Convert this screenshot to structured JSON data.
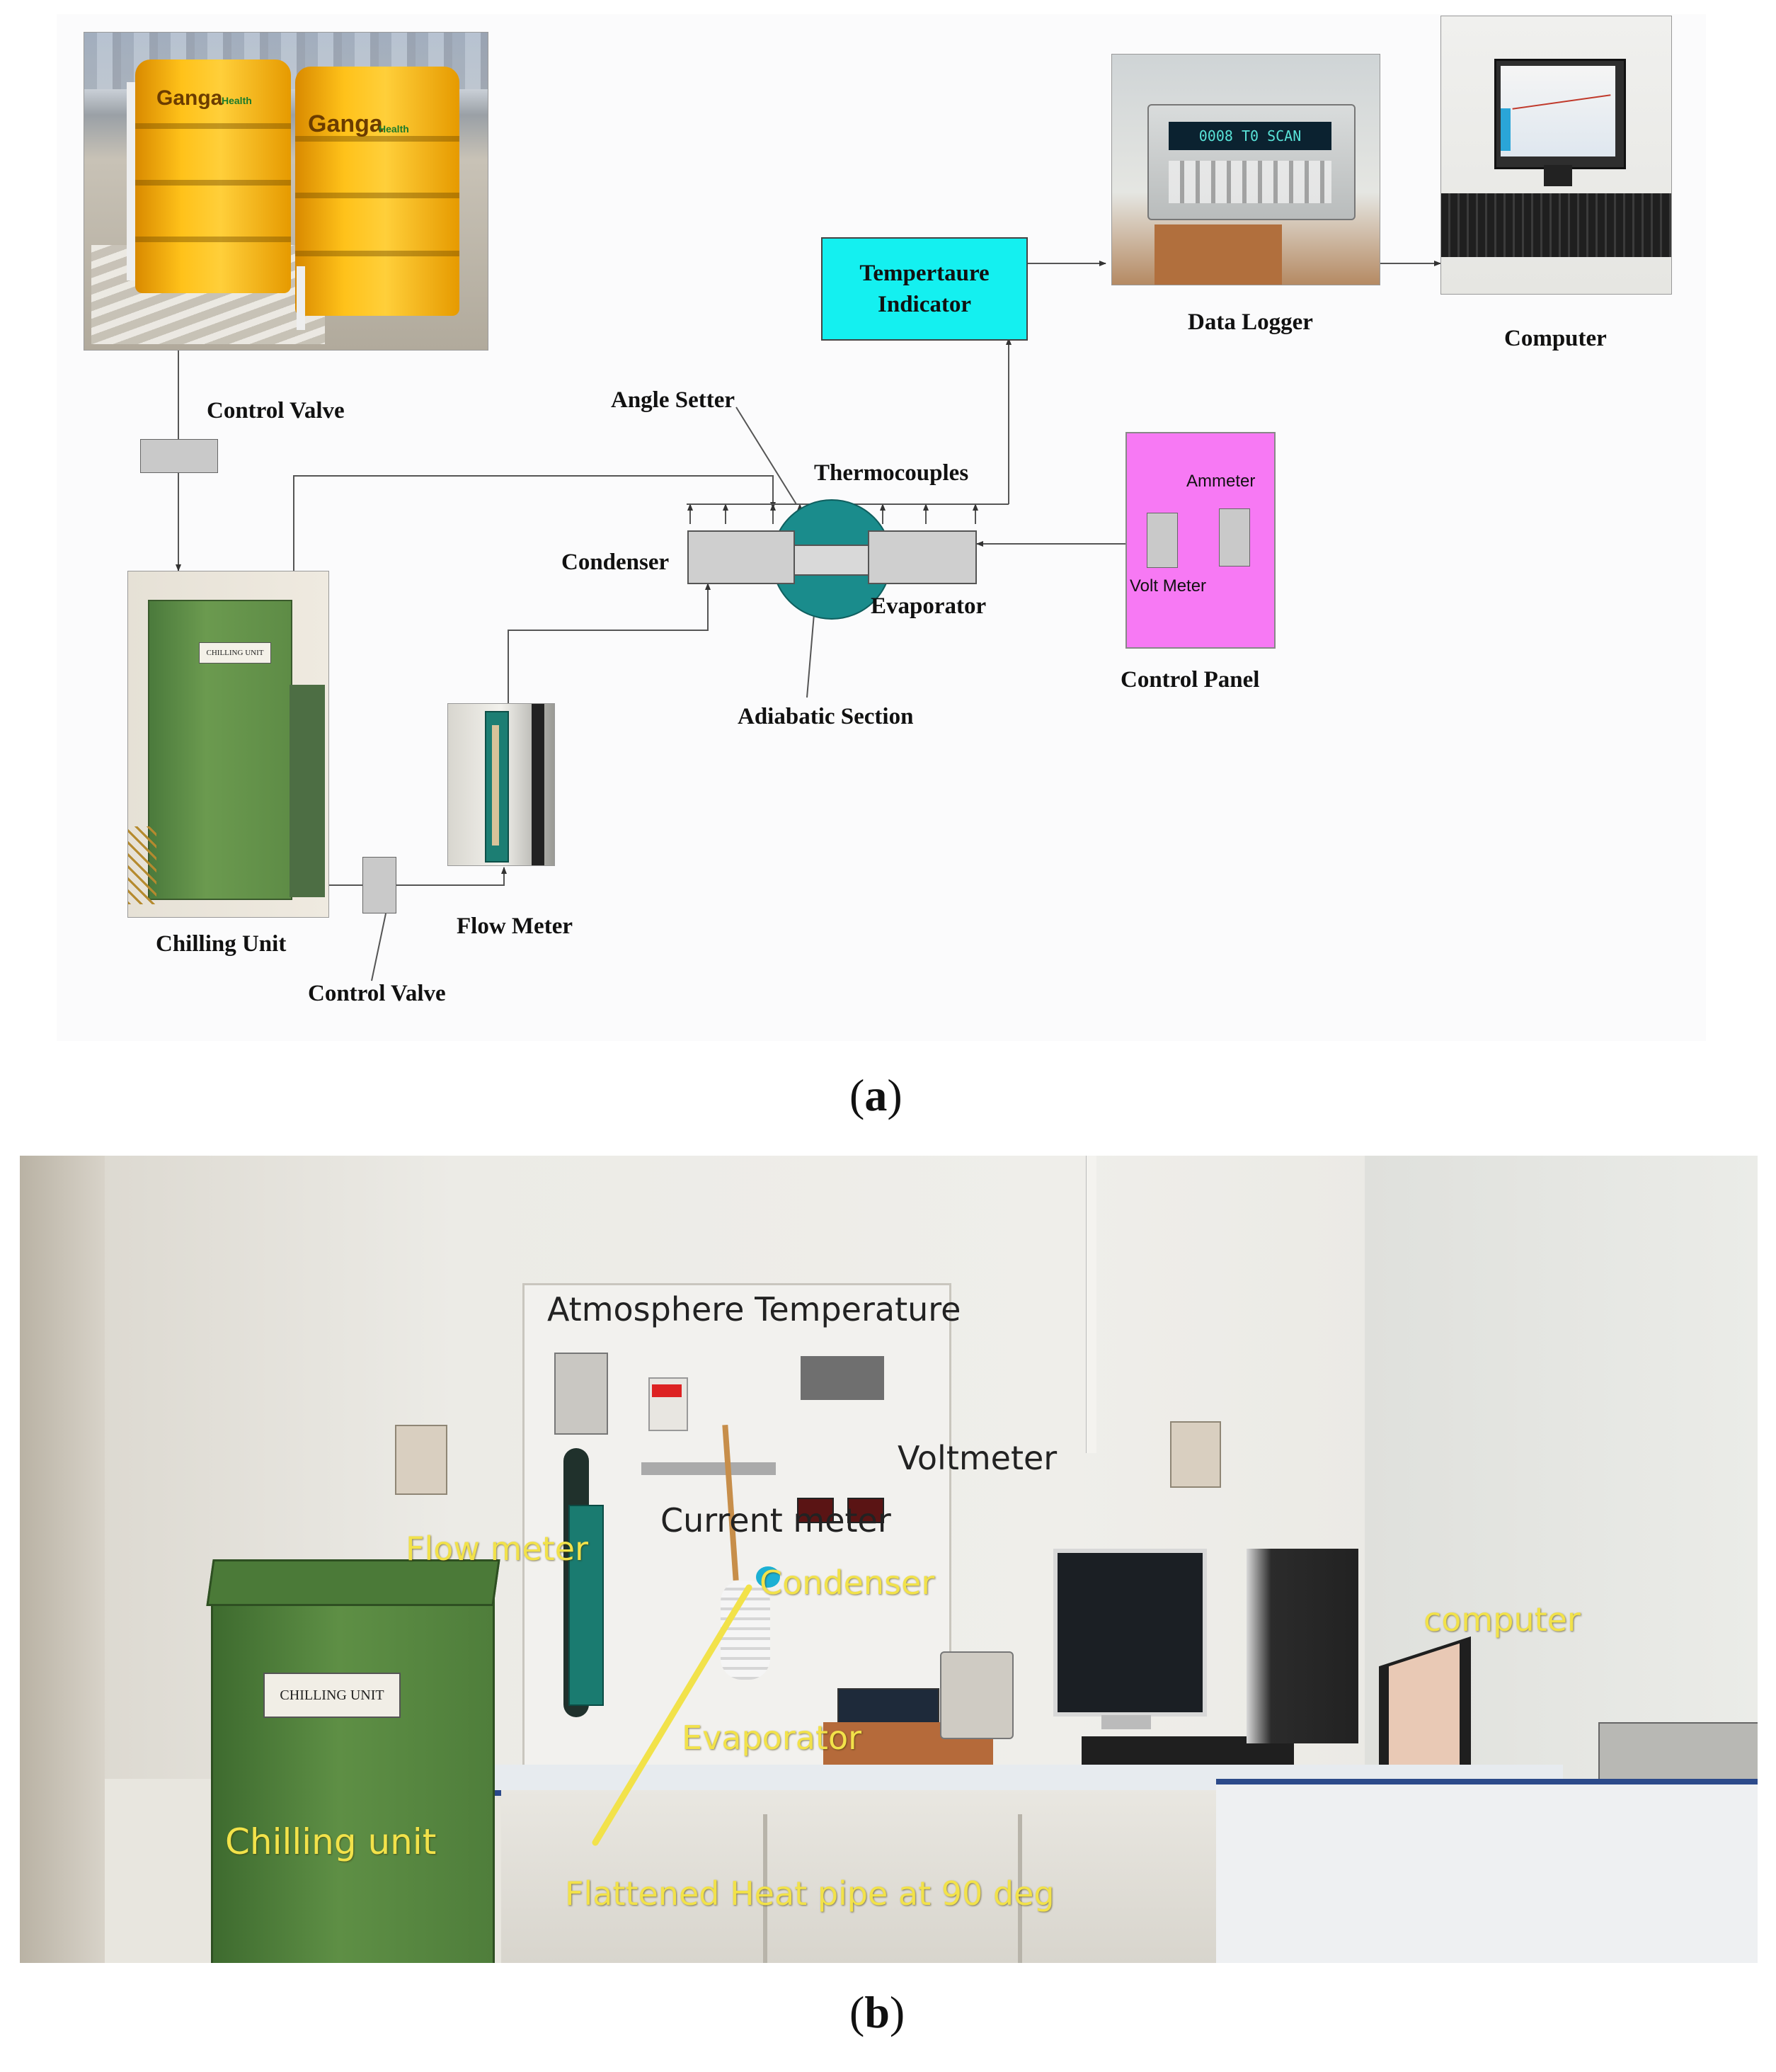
{
  "panel_a": {
    "labels": {
      "control_valve_top": "Control Valve",
      "angle_setter": "Angle Setter",
      "thermocouples": "Thermocouples",
      "condenser": "Condenser",
      "evaporator": "Evaporator",
      "adiabatic_section": "Adiabatic Section",
      "chilling_unit": "Chilling Unit",
      "flow_meter": "Flow Meter",
      "control_valve_bottom": "Control Valve",
      "data_logger": "Data Logger",
      "computer": "Computer",
      "control_panel": "Control Panel",
      "ammeter": "Ammeter",
      "volt_meter": "Volt Meter"
    },
    "temp_indicator": {
      "line1": "Tempertaure",
      "line2": "Indicator"
    },
    "tank_brand": "Ganga",
    "tank_subbrand": "Health",
    "chilling_unit_plate": "CHILLING UNIT",
    "logger_display": "0008  T0  SCAN"
  },
  "panel_b": {
    "labels": {
      "atmosphere_temperature": "Atmosphere Temperature",
      "voltmeter": "Voltmeter",
      "current_meter": "Current meter",
      "flow_meter": "Flow meter",
      "condenser": "Condenser",
      "evaporator": "Evaporator",
      "computer": "computer",
      "chilling_unit": "Chilling unit",
      "flattened_heat_pipe": "Flattened Heat pipe at 90 deg"
    },
    "chilling_unit_plate": "CHILLING UNIT"
  },
  "captions": {
    "a_open": "(",
    "a_letter": "a",
    "a_close": ")",
    "b_open": "(",
    "b_letter": "b",
    "b_close": ")"
  },
  "colors": {
    "temp_indicator_fill": "#14f0f0",
    "control_panel_fill": "#f779f4",
    "heat_pipe_section_fill": "#1a8c8c",
    "overlay_label_yellow": "#f2e24a"
  }
}
